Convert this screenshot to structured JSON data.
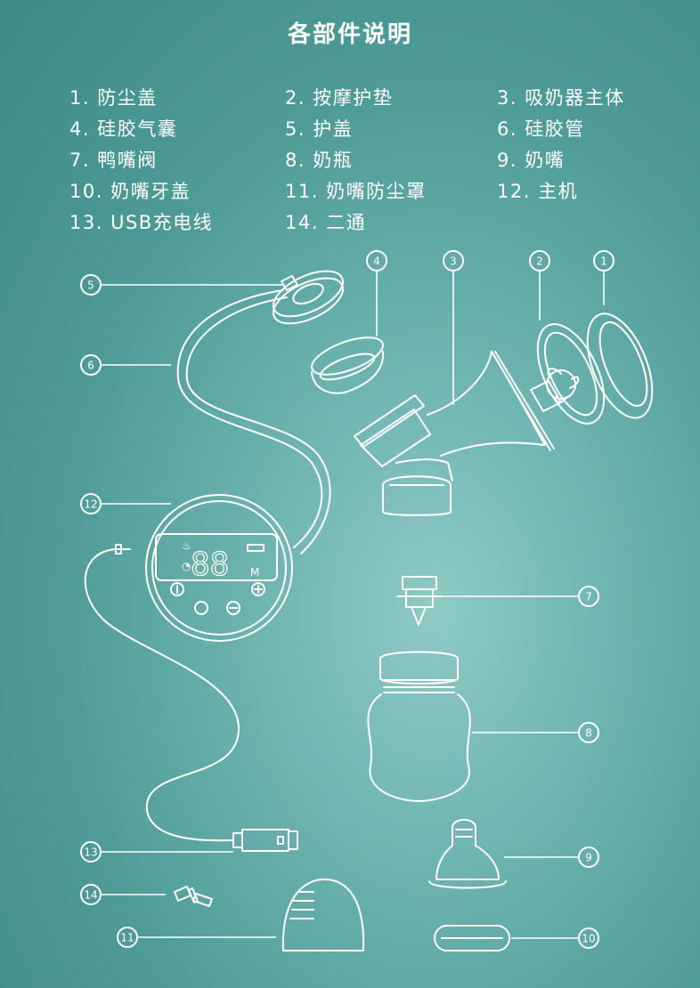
{
  "title": "各部件说明",
  "parts": [
    {
      "no": "1",
      "label": "1. 防尘盖"
    },
    {
      "no": "2",
      "label": "2. 按摩护垫"
    },
    {
      "no": "3",
      "label": "3. 吸奶器主体"
    },
    {
      "no": "4",
      "label": "4. 硅胶气囊"
    },
    {
      "no": "5",
      "label": "5. 护盖"
    },
    {
      "no": "6",
      "label": "6. 硅胶管"
    },
    {
      "no": "7",
      "label": "7. 鸭嘴阀"
    },
    {
      "no": "8",
      "label": "8. 奶瓶"
    },
    {
      "no": "9",
      "label": "9. 奶嘴"
    },
    {
      "no": "10",
      "label": "10. 奶嘴牙盖"
    },
    {
      "no": "11",
      "label": "11. 奶嘴防尘罩"
    },
    {
      "no": "12",
      "label": "12. 主机"
    },
    {
      "no": "13",
      "label": "13. USB充电线"
    },
    {
      "no": "14",
      "label": "14. 二通"
    }
  ],
  "callouts": [
    "1",
    "2",
    "3",
    "4",
    "5",
    "6",
    "7",
    "8",
    "9",
    "10",
    "11",
    "12",
    "13",
    "14"
  ],
  "display": {
    "digits": "88",
    "mode": "M"
  },
  "colors": {
    "background": "#4f9c97",
    "line": "#ffffff"
  }
}
